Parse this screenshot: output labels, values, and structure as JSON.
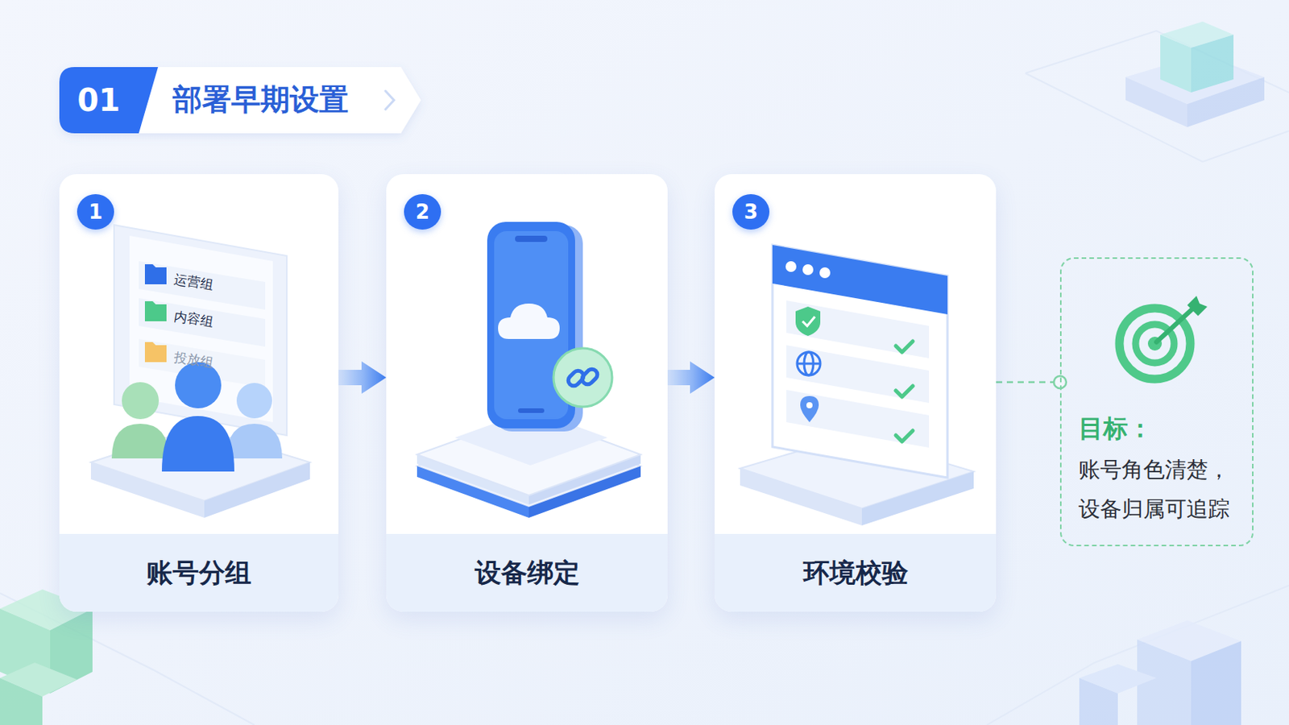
{
  "diagram": {
    "title": "部署早期设置",
    "nodes": [
      {
        "text": [
          "账号分组"
        ]
      },
      {
        "text": [
          "1"
        ],
        "in": 0
      },
      {
        "text": [
          "设备绑定"
        ]
      },
      {
        "text": [
          "2"
        ],
        "in": 2
      },
      {
        "text": [
          "环境校验"
        ]
      },
      {
        "text": [
          "3"
        ],
        "in": 4
      },
      {
        "text": [
          "目标：",
          "账号角色清楚， 设备归属可追踪"
        ]
      }
    ],
    "edges": [
      {
        "from": 0,
        "to": 2,
        "arrow": "to"
      },
      {
        "from": 2,
        "to": 4,
        "arrow": "to"
      },
      {
        "from": 4,
        "to": 6,
        "arrow": "none"
      }
    ],
    "labels": [
      "01",
      "运营组",
      "内容组",
      "投放组"
    ]
  }
}
